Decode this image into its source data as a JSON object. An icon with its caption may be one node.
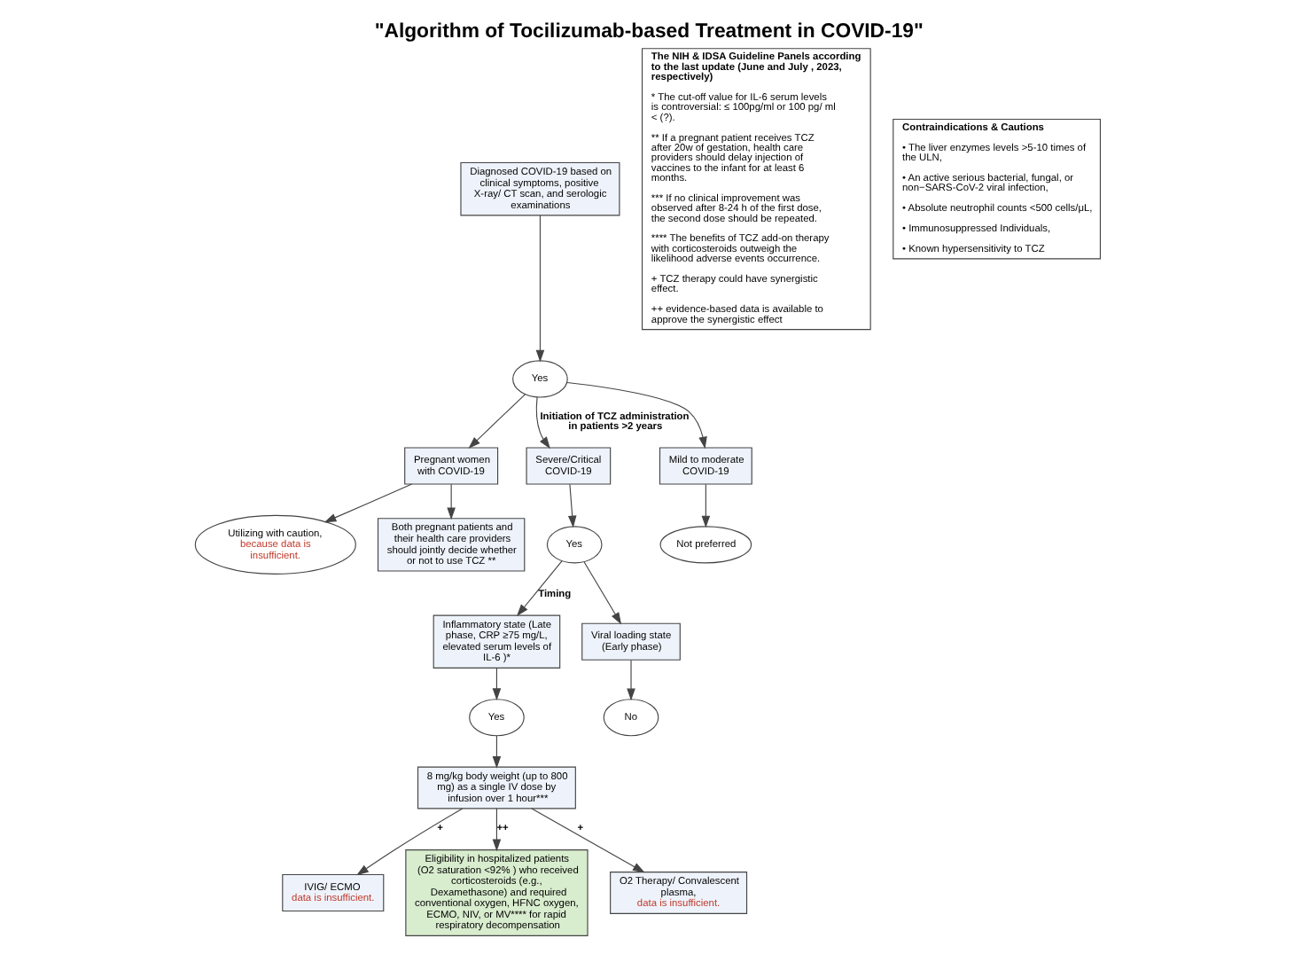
{
  "diagram": {
    "title": "\"Algorithm of Tocilizumab-based Treatment in COVID-19\"",
    "nodes": [
      {
        "text": [
          "Diagnosed COVID-19 based on clinical symptoms, positive X-ray/ CT scan, and serologic examinations"
        ]
      },
      {
        "text": [
          "Yes"
        ]
      },
      {
        "text": [
          "Pregnant women with COVID-19"
        ]
      },
      {
        "text": [
          "Severe/Critical COVID-19"
        ]
      },
      {
        "text": [
          "Mild to moderate COVID-19"
        ]
      },
      {
        "text": [
          "Utilizing with caution,",
          "because data is insufficient."
        ]
      },
      {
        "text": [
          "Not preferred"
        ]
      },
      {
        "text": [
          "Yes"
        ]
      },
      {
        "text": [
          "Inflammatory state (Late phase, CRP ≥75 mg/L, elevated serum levels of IL-6 )*"
        ]
      },
      {
        "text": [
          "Viral loading state (Early phase)"
        ]
      },
      {
        "text": [
          "Both pregnant patients and their health care providers should jointly decide whether or not to use TCZ **"
        ]
      },
      {
        "text": [
          "Yes"
        ]
      },
      {
        "text": [
          "No"
        ]
      },
      {
        "text": [
          "8 mg/kg body weight (up to 800 mg) as a single IV dose by infusion over 1 hour***"
        ]
      },
      {
        "text": [
          "IVIG/ ECMO",
          "data is insufficient."
        ]
      },
      {
        "text": [
          "Eligibility in hospitalized patients (O2 saturation <92% ) who received corticosteroids (e.g., Dexamethasone) and required conventional oxygen, HFNC oxygen, ECMO, NIV, or MV**** for rapid respiratory decompensation"
        ]
      },
      {
        "text": [
          "O2 Therapy/ Convalescent plasma,",
          "data is insufficient."
        ]
      },
      {
        "text": [
          "The NIH & IDSA Guideline Panels according to the last update (June and July , 2023, respectively)",
          "* The cut-off value for IL-6 serum levels is controversial: ≤ 100pg/ml or 100 pg/ ml < (?).",
          "** If a pregnant patient receives TCZ after 20w of gestation, health care providers should delay injection of vaccines to the infant for at least 6 months.",
          "*** If no clinical improvement was observed after 8-24 h of the first dose, the second dose should be repeated.",
          "**** The benefits of TCZ add-on therapy with corticosteroids outweigh the likelihood adverse events occurrence.",
          "+ TCZ therapy could have synergistic effect.",
          "++ evidence-based data is available to approve the synergistic effect"
        ]
      },
      {
        "text": [
          "Contraindications & Cautions",
          "• The liver enzymes levels >5-10 times of the ULN,",
          "• An active serious bacterial, fungal, or non−SARS-CoV-2 viral infection,",
          "• Absolute neutrophil counts <500 cells/μL,",
          "• Immunosuppressed Individuals,",
          "• Known hypersensitivity to TCZ"
        ]
      }
    ],
    "edges": [
      {
        "from": 0,
        "to": 1,
        "arrow": "to"
      },
      {
        "from": 1,
        "to": 2,
        "arrow": "to"
      },
      {
        "from": 1,
        "to": 3,
        "arrow": "to",
        "label": "Initiation of TCZ administration in patients >2 years"
      },
      {
        "from": 1,
        "to": 4,
        "arrow": "to"
      },
      {
        "from": 2,
        "to": 5,
        "arrow": "to"
      },
      {
        "from": 2,
        "to": 10,
        "arrow": "to"
      },
      {
        "from": 3,
        "to": 7,
        "arrow": "to"
      },
      {
        "from": 4,
        "to": 6,
        "arrow": "to"
      },
      {
        "from": 7,
        "to": 8,
        "arrow": "to",
        "label": "Timing"
      },
      {
        "from": 7,
        "to": 9,
        "arrow": "to"
      },
      {
        "from": 8,
        "to": 11,
        "arrow": "to"
      },
      {
        "from": 9,
        "to": 12,
        "arrow": "to"
      },
      {
        "from": 11,
        "to": 13,
        "arrow": "to"
      },
      {
        "from": 13,
        "to": 14,
        "arrow": "to",
        "label": "+"
      },
      {
        "from": 13,
        "to": 15,
        "arrow": "to",
        "label": "++"
      },
      {
        "from": 13,
        "to": 16,
        "arrow": "to",
        "label": "+"
      }
    ]
  }
}
